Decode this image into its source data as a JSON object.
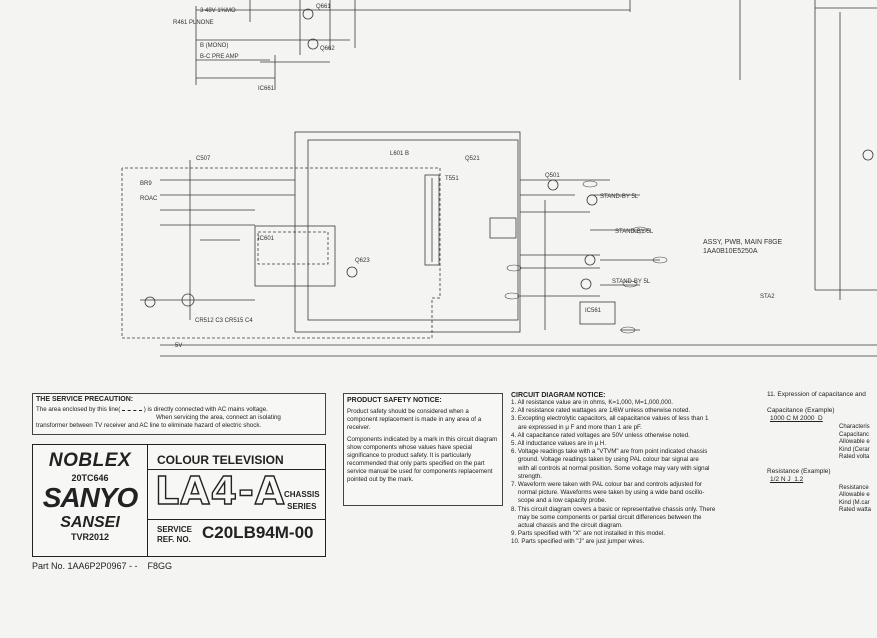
{
  "schematic": {
    "assy_label": "ASSY, PWB, MAIN  F8GE",
    "assy_code": "1AA0B10E5250A"
  },
  "service_precaution": {
    "title": "THE SERVICE PRECAUTION:",
    "body_1": "The area enclosed by this line(",
    "body_2": ") is directly connected with AC mains voltage.",
    "body_3": "When servicing the area, connect an isolating",
    "body_4": "transformer between TV receiver and AC line to eliminate hazard of electric shock."
  },
  "brand_box": {
    "brand1": "NOBLEX",
    "model1": "20TC646",
    "brand2": "SANYO",
    "brand3": "SANSEI",
    "model2": "TVR2012",
    "product": "COLOUR TELEVISION",
    "chassis": "LA4-A",
    "chassis_series_1": "CHASSIS",
    "chassis_series_2": "SERIES",
    "service_label_1": "SERVICE",
    "service_label_2": "REF. NO.",
    "ref_no": "C20LB94M-00"
  },
  "part_no": "Part No. 1AA6P2P0967 - -    F8GG",
  "product_safety": {
    "title": "PRODUCT SAFETY NOTICE:",
    "p1": "Product safety should be considered when a component replacement is made in any area of a receiver.",
    "p2": "Components indicated by a mark   in this circuit diagram show components whose values have special significance to product safety. It is particularly recommended that only parts specified on the part service manual be used for components replacement pointed out by the mark."
  },
  "circuit_notice": {
    "title": "CIRCUIT DIAGRAM NOTICE:",
    "items": [
      "1. All resistance value are in ohms, K=1,000, M=1,000,000.",
      "2. All resistance rated wattages are 1/6W unless otherwise noted.",
      "3. Excepting electrolytic capacitors, all capacitance values of less than 1",
      "    are expressed in μ F and more than 1 are pF.",
      "4. All capacitance rated voltages are 50V unless otherwise noted.",
      "5. All inductance values are in μ H.",
      "6. Voltage readings take with a \"VTVM\" are from point indicated chassis",
      "    ground. Voltage readings taken by using PAL colour bar signal are",
      "    with all controls at normal position. Some voltage may vary with signal",
      "    strength.",
      "7. Waveform were taken with PAL colour bar and controls adjusted for",
      "    normal picture. Waveforms were taken by using a wide band oscillo-",
      "    scope and a low capacity probe.",
      "8. This circuit diagram covers a basic or representative chassis only. There",
      "    may be some components or partial circuit differences between the",
      "    actual chassis and the circuit diagram.",
      "9. Parts specified with \"X\" are not installed in this model.",
      "10. Parts specified with \"J\" are just jumper wires."
    ]
  },
  "expression": {
    "title": "11. Expression of capacitance and",
    "cap_label": "Capacitance (Example)",
    "cap_example": "1000 C M 2000  D",
    "cap_keys": [
      "Characteris",
      "Capacitanc",
      "Allowable e",
      "Kind (Cerar",
      "Rated volta"
    ],
    "res_label": "Resistance (Example)",
    "res_example": "1/2 N J  1.2",
    "res_keys": [
      "Resistance",
      "Allowable e",
      "Kind (M.car",
      "Rated watta"
    ]
  }
}
